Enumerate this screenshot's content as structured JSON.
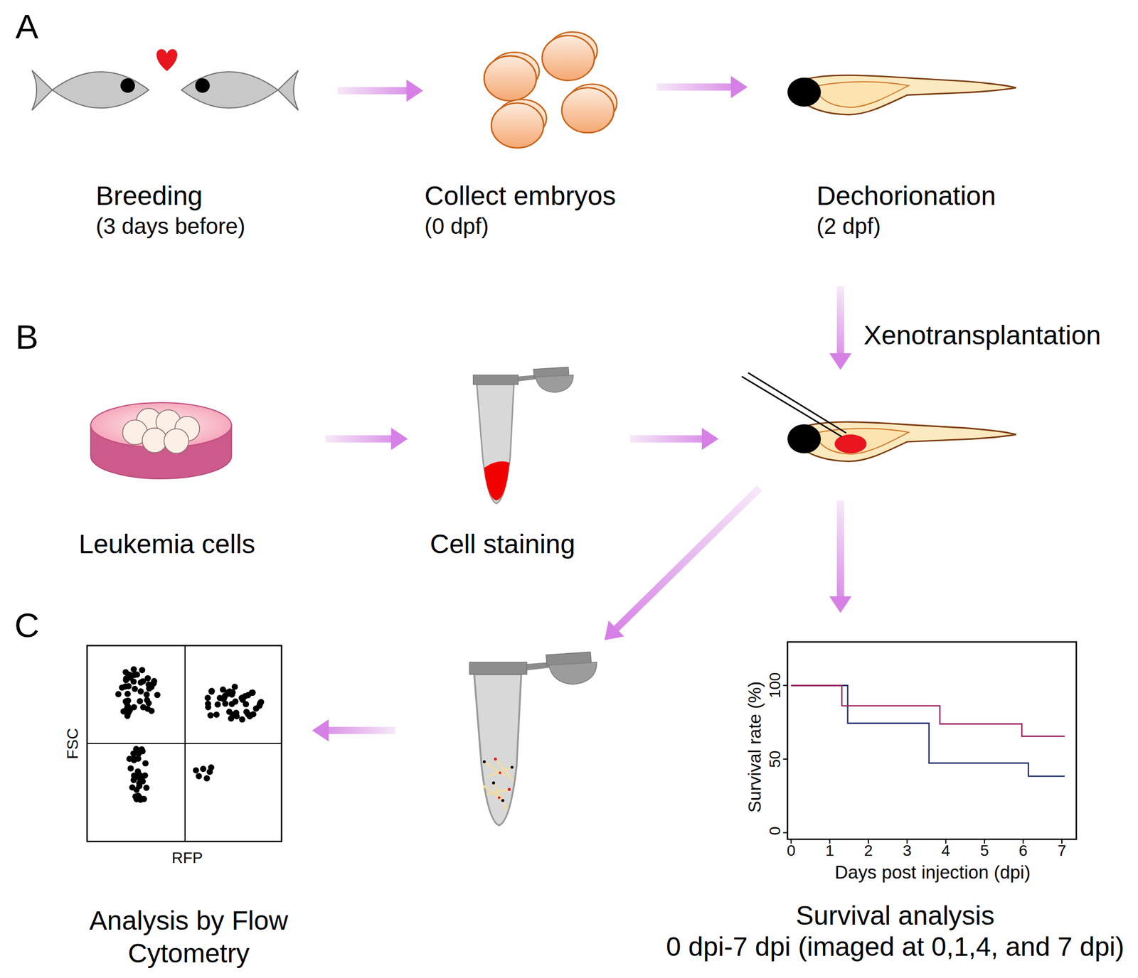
{
  "diagram": {
    "nodes": [
      {
        "text": [
          "Breeding",
          "(3 days before)"
        ]
      },
      {
        "text": [
          "Collect embryos",
          "(0 dpf)"
        ]
      },
      {
        "text": [
          "Dechorionation",
          "(2 dpf)"
        ]
      },
      {
        "text": []
      },
      {
        "text": [
          "Leukemia cells"
        ]
      },
      {
        "text": [
          "Cell staining"
        ]
      },
      {
        "text": []
      },
      {
        "text": [
          "Analysis by Flow Cytometry"
        ]
      },
      {
        "text": [
          "Survival analysis",
          "0 dpi-7 dpi (imaged at 0,1,4, and 7 dpi)"
        ]
      }
    ],
    "edges": [
      {
        "from": 0,
        "to": 1,
        "arrow": "to"
      },
      {
        "from": 1,
        "to": 2,
        "arrow": "to"
      },
      {
        "from": 2,
        "to": 3,
        "arrow": "to",
        "label": "Xenotransplantation"
      },
      {
        "from": 4,
        "to": 5,
        "arrow": "to"
      },
      {
        "from": 5,
        "to": 3,
        "arrow": "to"
      },
      {
        "from": 3,
        "to": 6,
        "arrow": "to"
      },
      {
        "from": 3,
        "to": 8,
        "arrow": "to"
      },
      {
        "from": 6,
        "to": 7,
        "arrow": "to"
      }
    ],
    "labels": [
      "A",
      "B",
      "C",
      "FSC",
      "RFP",
      "Survival rate (%)",
      "100",
      "50",
      "0",
      "0",
      "1",
      "2",
      "3",
      "4",
      "5",
      "6",
      "7",
      "Days post injection (dpi)"
    ]
  }
}
